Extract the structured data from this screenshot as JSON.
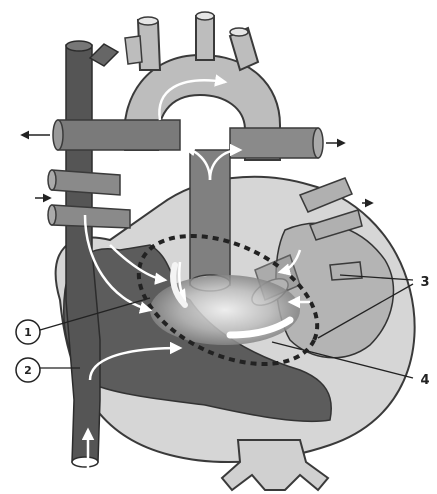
{
  "labels": {
    "l1": "1",
    "l2": "2",
    "l3": "3",
    "l4": "4"
  },
  "colors": {
    "dark_vessel": "#585858",
    "mid_vessel": "#a8a8a8",
    "light_chamber": "#cfcfcf",
    "outline": "#3a3a3a",
    "paper": "#ffffff"
  },
  "icons": [
    "flow-arrow-icon",
    "callout-circle-icon"
  ]
}
